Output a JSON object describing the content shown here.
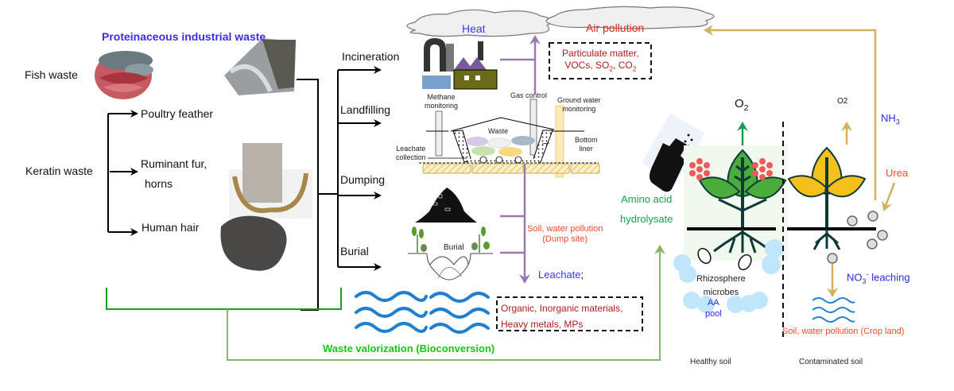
{
  "title": "Proteinaceous industrial waste",
  "sources": {
    "fish_waste": "Fish waste",
    "keratin_waste": "Keratin waste",
    "items": [
      "Poultry feather",
      "Ruminant fur,",
      "horns",
      "Human hair"
    ]
  },
  "disposal_methods": [
    "Incineration",
    "Landfilling",
    "Dumping",
    "Burial"
  ],
  "incineration": {
    "heat": "Heat",
    "air_pollution": "Air pollution",
    "pollutants_line1": "Particulate matter,",
    "pollutants_line2_a": "VOCs, SO",
    "pollutants_line2_b": ", CO",
    "sub2": "2"
  },
  "landfill": {
    "methane_1": "Methane",
    "methane_2": "monitoring",
    "gas_control": "Gas control",
    "ground_water_1": "Ground water",
    "ground_water_2": "monitoring",
    "waste": "Waste",
    "bottom_liner_1": "Bottom",
    "bottom_liner_2": "liner",
    "leachate_1": "Leachate",
    "leachate_2": "collection"
  },
  "dump": {
    "soil_pollution_1": "Soil, water pollution",
    "soil_pollution_2": "(Dump site)",
    "burial_label": "Burial",
    "leachate": "Leachate",
    "leachate_suffix": ";",
    "water_pollutants_1": "Organic, Inorganic materials,",
    "water_pollutants_2": "Heavy metals, MPs"
  },
  "valorization": "Waste valorization (Bioconversion)",
  "healthy": {
    "o2_main": "O",
    "o2_sub": "2",
    "amino_1": "Amino acid",
    "amino_2": "hydrolysate",
    "rhizo_1": "Rhizosphere",
    "rhizo_2": "microbes",
    "aa_1": "AA",
    "aa_2": "pool",
    "caption": "Healthy soil"
  },
  "contaminated": {
    "o2": "O2",
    "nh3_main": "NH",
    "nh3_sub": "3",
    "urea": "Urea",
    "no3_main": "NO",
    "no3_sub": "3",
    "no3_sup": "-",
    "no3_rest": " leaching",
    "soil_pollution": "Soil, water pollution (Crop land)",
    "caption": "Contaminated soil"
  },
  "colors": {
    "title_blue": "#3a2fe8",
    "heat_blue": "#3a3ae0",
    "air_red": "#e8221c",
    "dark_red": "#b01a1a",
    "orange_red": "#f04a2c",
    "green_text": "#12a050",
    "bright_green": "#14c814",
    "valor_line": "#86b86a",
    "purple": "#9a78b0",
    "gold": "#d4b060",
    "water_blue": "#1f7fd0"
  }
}
